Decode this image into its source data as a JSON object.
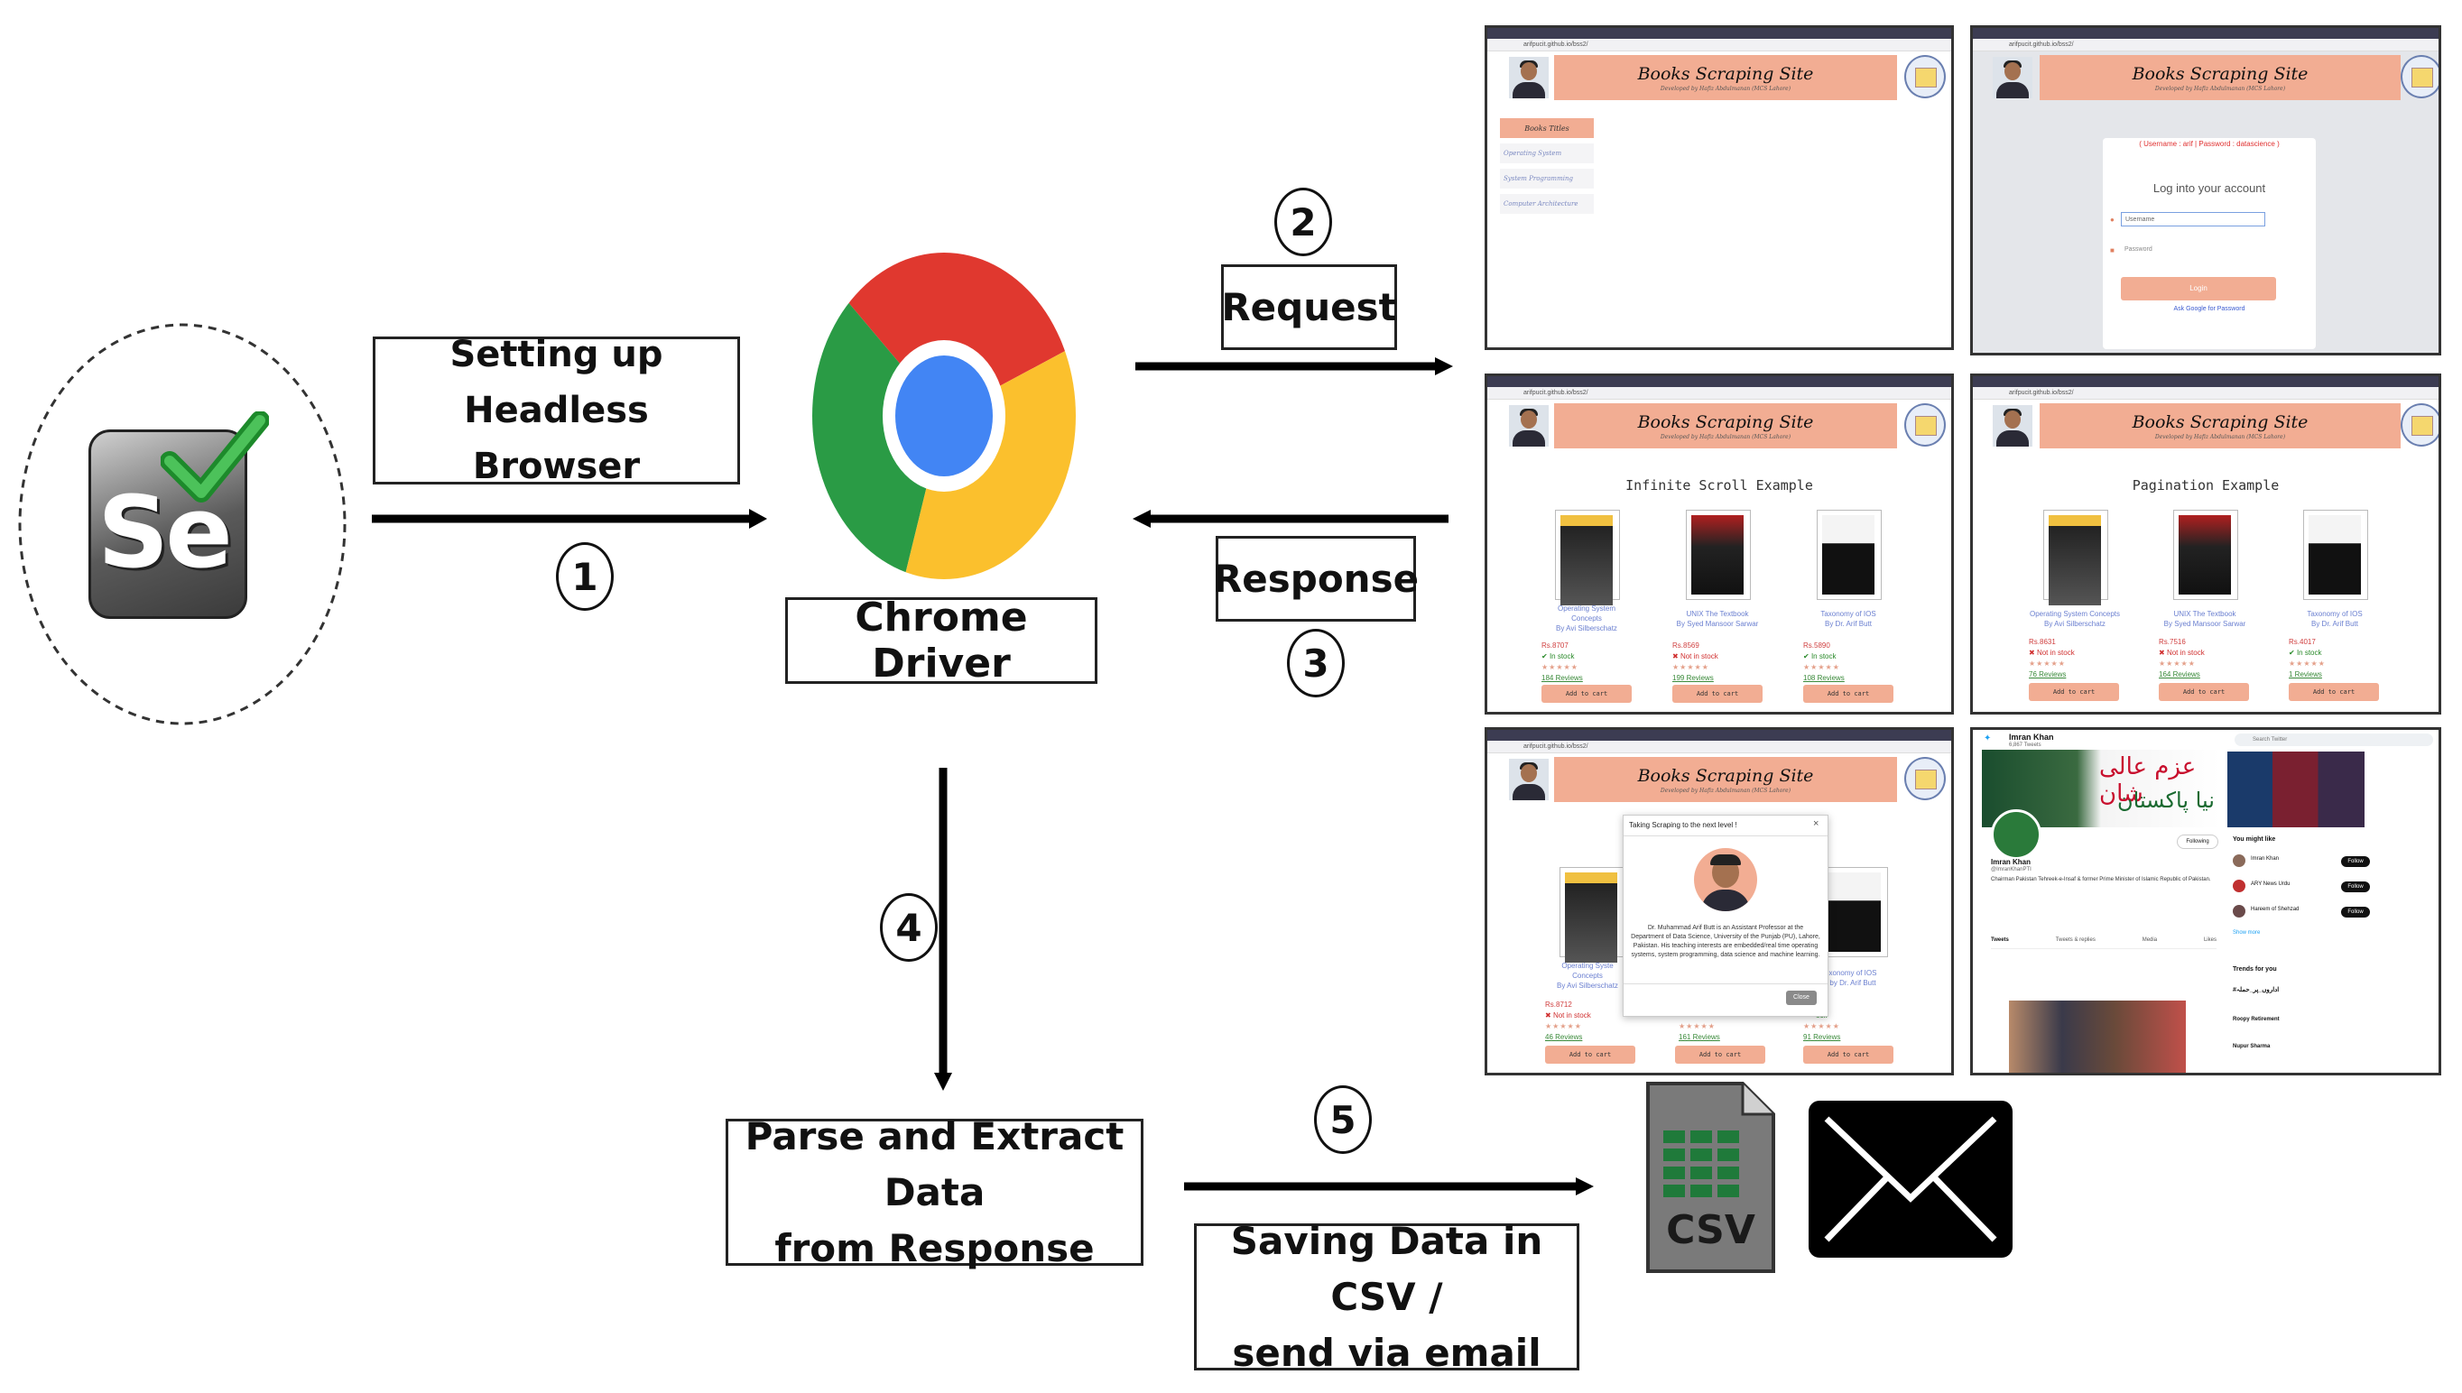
{
  "steps": {
    "n1": "1",
    "n2": "2",
    "n3": "3",
    "n4": "4",
    "n5": "5",
    "headless_line1": "Setting up Headless",
    "headless_line2": "Browser",
    "request": "Request",
    "response": "Response",
    "chrome_driver": "Chrome Driver",
    "parse_line1": "Parse and Extract Data",
    "parse_line2": "from Response",
    "save_line1": "Saving Data in CSV /",
    "save_line2": "send via email"
  },
  "selenium": {
    "logo_text": "Se"
  },
  "csv_icon": {
    "text": "CSV"
  },
  "browser_url": "arifpucit.github.io/bss2/",
  "site": {
    "title": "Books Scraping Site",
    "subtitle": "Developed by Hafiz Abdulmanan (MCS Lahore)"
  },
  "shot1": {
    "menu": [
      "Books Titles",
      "Operating System",
      "System Programming",
      "Computer Architecture"
    ]
  },
  "shot2": {
    "credentials": "( Username : arif | Password : datascience )",
    "heading": "Log into your account",
    "username_placeholder": "Username",
    "password_placeholder": "Password",
    "login_button": "Login",
    "google_link": "Ask Google for Password"
  },
  "shot3": {
    "heading": "Infinite Scroll Example",
    "books": [
      {
        "name1": "Operating System",
        "name2": "Concepts",
        "author": "By Avi Silberschatz",
        "price": "Rs.8707",
        "stock": "In stock",
        "reviews": "184 Reviews"
      },
      {
        "name1": "UNIX The Textbook",
        "name2": "",
        "author": "By Syed Mansoor Sarwar",
        "price": "Rs.8569",
        "stock": "Not in stock",
        "reviews": "199 Reviews"
      },
      {
        "name1": "Taxonomy of IOS",
        "name2": "",
        "author": "By Dr. Arif Butt",
        "price": "Rs.5890",
        "stock": "In stock",
        "reviews": "108 Reviews"
      }
    ],
    "cart": "Add to cart"
  },
  "shot4": {
    "heading": "Pagination Example",
    "books": [
      {
        "name1": "Operating System Concepts",
        "name2": "",
        "author": "By Avi Silberschatz",
        "price": "Rs.8631",
        "stock": "Not in stock",
        "reviews": "76 Reviews"
      },
      {
        "name1": "UNIX The Textbook",
        "name2": "",
        "author": "By Syed Mansoor Sarwar",
        "price": "Rs.7516",
        "stock": "Not in stock",
        "reviews": "164 Reviews"
      },
      {
        "name1": "Taxonomy of IOS",
        "name2": "",
        "author": "By Dr. Arif Butt",
        "price": "Rs.4017",
        "stock": "In stock",
        "reviews": "1 Reviews"
      }
    ],
    "cart": "Add to cart"
  },
  "shot5": {
    "popup_title": "Taking Scraping to the next level !",
    "popup_text": "Dr. Muhammad Arif Butt is an Assistant Professor at the Department of Data Science, University of the Punjab (PU), Lahore, Pakistan. His teaching interests are embedded/real time operating systems, system programming, data science and machine learning.",
    "close": "Close",
    "left_book": {
      "name1": "Operating Syste",
      "name2": "Concepts",
      "author": "By Avi Silberschatz",
      "price": "Rs.8712",
      "stock": "Not in stock",
      "reviews": "46 Reviews"
    },
    "mid_book": {
      "reviews": "161 Reviews"
    },
    "right_book": {
      "name1": "xonomy of IOS",
      "author": "by Dr. Arif Butt",
      "price": "2",
      "stock": "ock",
      "reviews": "91 Reviews"
    },
    "cart": "Add to cart"
  },
  "shot6": {
    "profile_name": "Imran Khan",
    "tweets_count": "6,867 Tweets",
    "urdu_banner": "عزم عالی شان",
    "urdu_banner2": "نیا پاکستان",
    "handle": "@ImranKhanPTI",
    "bio": "Chairman Pakistan Tehreek-e-Insaf & former Prime Minister of Islamic Republic of Pakistan.",
    "following_btn": "Following",
    "tabs": [
      "Tweets",
      "Tweets & replies",
      "Media",
      "Likes"
    ],
    "search": "Search Twitter",
    "you_might_like": "You might like",
    "suggestions": [
      "Imran Khan",
      "ARY News Urdu",
      "Hareem of Shehzad"
    ],
    "follow": "Follow",
    "show_more": "Show more",
    "trends_title": "Trends for you",
    "trends": [
      "#اداروں_پر_حملہ",
      "Roopy Retirement",
      "Nupur Sharma"
    ]
  }
}
